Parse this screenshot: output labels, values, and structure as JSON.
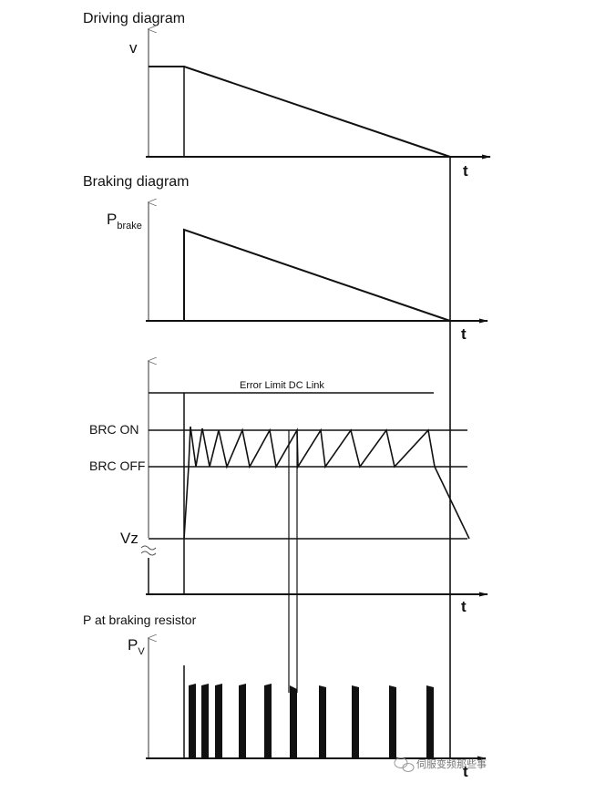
{
  "panels": {
    "driving": {
      "title": "Driving diagram",
      "y_label": "v",
      "t_label": "t"
    },
    "braking": {
      "title": "Braking diagram",
      "y_label_main": "P",
      "y_label_sub": "brake",
      "t_label": "t"
    },
    "dc_link": {
      "error_limit_label": "Error Limit DC Link",
      "brc_on_label": "BRC ON",
      "brc_off_label": "BRC OFF",
      "vz_label": "Vz",
      "t_label": "t"
    },
    "resistor": {
      "title": "P at braking resistor",
      "y_label_main": "P",
      "y_label_sub": "V",
      "t_label": "t"
    }
  },
  "watermark": {
    "text": "伺服变频那些事"
  },
  "colors": {
    "stroke": "#111111",
    "watermark": "#888888"
  }
}
